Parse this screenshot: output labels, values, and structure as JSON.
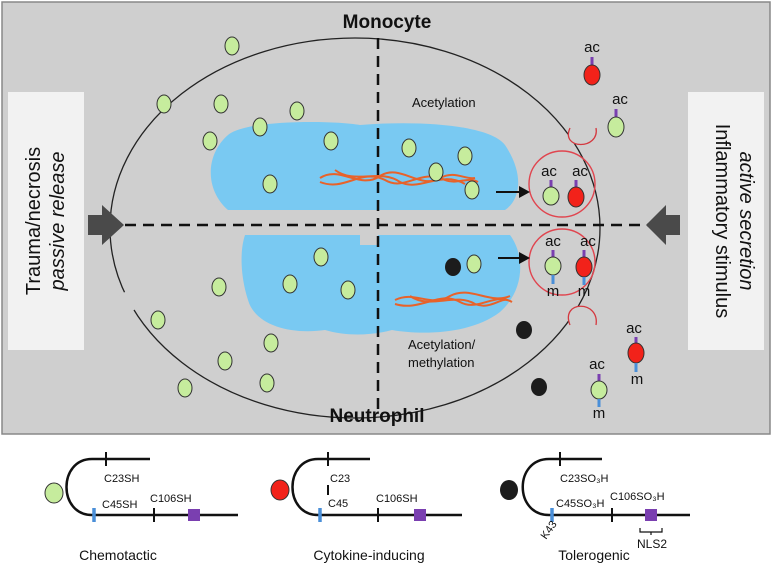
{
  "panel": {
    "top_label": "Monocyte",
    "bottom_label": "Neutrophil",
    "upper_process": "Acetylation",
    "lower_process_line1": "Acetylation/",
    "lower_process_line2": "methylation"
  },
  "left_box": {
    "line1": "Trauma/necrosis",
    "line2": "passive release"
  },
  "right_box": {
    "line1": "Inflammatory stimulus",
    "line2": "active secretion"
  },
  "marks": {
    "ac": "ac",
    "m": "m"
  },
  "colors": {
    "panel_bg": "#cfcfcf",
    "nucleus": "#79c9f2",
    "green_dot": "#c6ec9d",
    "red_dot": "#f2221a",
    "black_dot": "#1c1c1c",
    "chromatin": "#e8622a",
    "acetyl_mark": "#7a3fb0",
    "methyl_mark": "#4a8fd8",
    "vesicle": "#e0454f"
  },
  "legend": [
    {
      "name": "Chemotactic",
      "upper_site": "C23SH",
      "lower_site": "C45SH",
      "right_site": "C106SH"
    },
    {
      "name": "Cytokine-inducing",
      "upper_site": "C23",
      "lower_site": "C45",
      "right_site": "C106SH"
    },
    {
      "name": "Tolerogenic",
      "upper_site": "C23SO₃H",
      "lower_site": "C45SO₃H",
      "right_site": "C106SO₃H",
      "lysine": "K43",
      "nls": "NLS2"
    }
  ]
}
